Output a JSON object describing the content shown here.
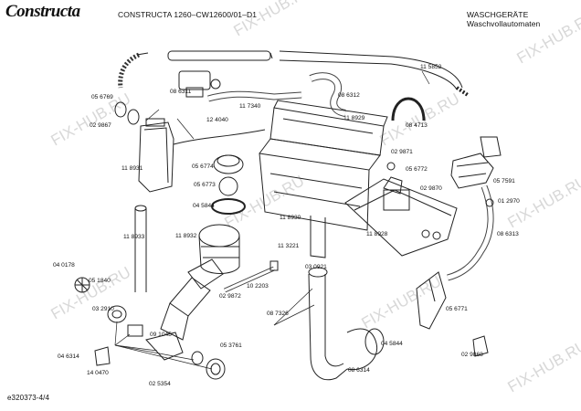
{
  "header": {
    "brand": "Constructa",
    "model": "CONSTRUCTA 1260–CW12600/01–D1",
    "category_line1": "WASCHGERÄTE",
    "category_line2": "Waschvollautomaten"
  },
  "watermark": "FIX-HUB.RU",
  "footer": {
    "page_id": "e320373-4/4"
  },
  "parts": [
    "11 5852",
    "08 6311",
    "08 6312",
    "11 7340",
    "05 6769",
    "12 4040",
    "11 8929",
    "08 4713",
    "02 9867",
    "11 8931",
    "05 6774",
    "02 9871",
    "05 6772",
    "05 7591",
    "05 6773",
    "04 5844",
    "11 8930",
    "02 9870",
    "01 2970",
    "11 8933",
    "11 8932",
    "11 8928",
    "08 6313",
    "04 0178",
    "11 3221",
    "05 1840",
    "03 0921",
    "10 2203",
    "02 9872",
    "08 7326",
    "03 2910",
    "05 6771",
    "09 1045",
    "04 5844",
    "05 3761",
    "04 6314",
    "08 6314",
    "14 0470",
    "02 9868",
    "02 5354"
  ]
}
